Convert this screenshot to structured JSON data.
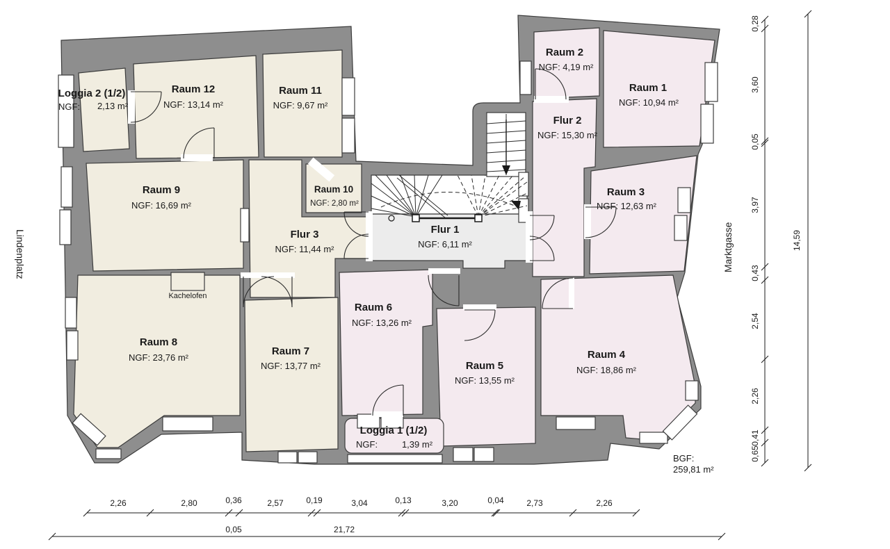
{
  "rooms": {
    "raum1": {
      "name": "Raum 1",
      "ngf": "NGF: 10,94 m²"
    },
    "raum2": {
      "name": "Raum 2",
      "ngf": "NGF: 4,19 m²"
    },
    "raum3": {
      "name": "Raum 3",
      "ngf": "NGF: 12,63 m²"
    },
    "raum4": {
      "name": "Raum 4",
      "ngf": "NGF: 18,86 m²"
    },
    "raum5": {
      "name": "Raum 5",
      "ngf": "NGF: 13,55 m²"
    },
    "raum6": {
      "name": "Raum 6",
      "ngf": "NGF: 13,26 m²"
    },
    "raum7": {
      "name": "Raum 7",
      "ngf": "NGF: 13,77 m²"
    },
    "raum8": {
      "name": "Raum 8",
      "ngf": "NGF: 23,76 m²"
    },
    "raum9": {
      "name": "Raum 9",
      "ngf": "NGF: 16,69 m²"
    },
    "raum10": {
      "name": "Raum 10",
      "ngf": "NGF: 2,80 m²"
    },
    "raum11": {
      "name": "Raum 11",
      "ngf": "NGF: 9,67 m²"
    },
    "raum12": {
      "name": "Raum 12",
      "ngf": "NGF: 13,14 m²"
    },
    "flur1": {
      "name": "Flur 1",
      "ngf": "NGF: 6,11 m²"
    },
    "flur2": {
      "name": "Flur 2",
      "ngf": "NGF: 15,30 m²"
    },
    "flur3": {
      "name": "Flur 3",
      "ngf": "NGF: 11,44 m²"
    },
    "loggia1": {
      "name": "Loggia 1 (1/2)",
      "ngf_label": "NGF:",
      "area": "1,39 m²"
    },
    "loggia2": {
      "name": "Loggia 2 (1/2)",
      "ngf_label": "NGF:",
      "area": "2,13 m²"
    }
  },
  "annotations": {
    "kachelofen": "Kachelofen",
    "bgf_label": "BGF:",
    "bgf_value": "259,81 m²"
  },
  "streets": {
    "left": "Lindenplatz",
    "right": "Marktgasse"
  },
  "dimensions": {
    "bottom": {
      "segments": [
        "2,26",
        "2,80",
        "0,36",
        "2,57",
        "0,19",
        "3,04",
        "0,13",
        "3,20",
        "0,04",
        "2,73",
        "2,26"
      ],
      "sub": "0,05",
      "total": "21,72"
    },
    "right": {
      "segments": [
        "0,28",
        "3,60",
        "0,05",
        "3,97",
        "0,43",
        "2,54",
        "2,26",
        "0,41",
        "0,65"
      ],
      "total": "14,59"
    }
  },
  "colors": {
    "wall": "#8e8e8e",
    "beige": "#f1ede0",
    "pink": "#f4eaef",
    "corridor": "#ececec",
    "stairwhite": "#ffffff",
    "orange": "#e2762d"
  }
}
